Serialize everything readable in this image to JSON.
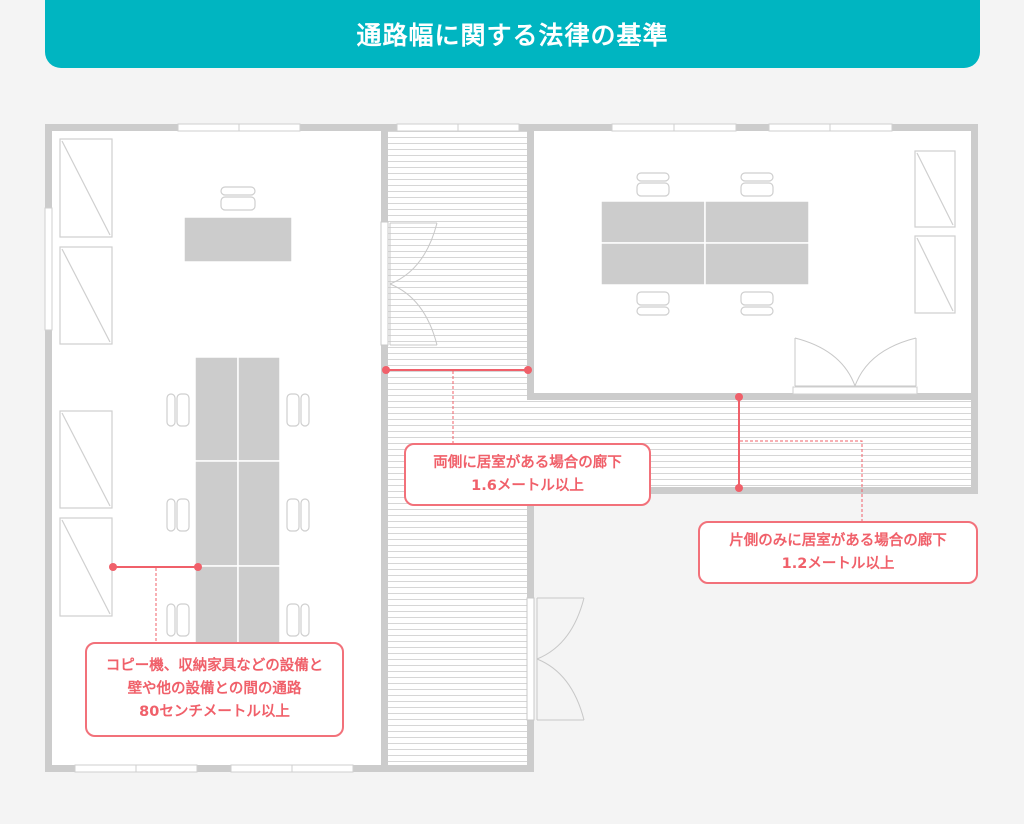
{
  "title": "通路幅に関する法律の基準",
  "annotations": {
    "both_sides": {
      "line1": "両側に居室がある場合の廊下",
      "line2": "1.6メートル以上"
    },
    "one_side": {
      "line1": "片側のみに居室がある場合の廊下",
      "line2": "1.2メートル以上"
    },
    "equipment": {
      "line1": "コピー機、収納家具などの設備と",
      "line2": "壁や他の設備との間の通路",
      "line3": "80センチメートル以上"
    }
  },
  "colors": {
    "accent": "#00b5c1",
    "annotation": "#f0606a",
    "wall": "#cccccc",
    "furniture": "#cccccc"
  }
}
